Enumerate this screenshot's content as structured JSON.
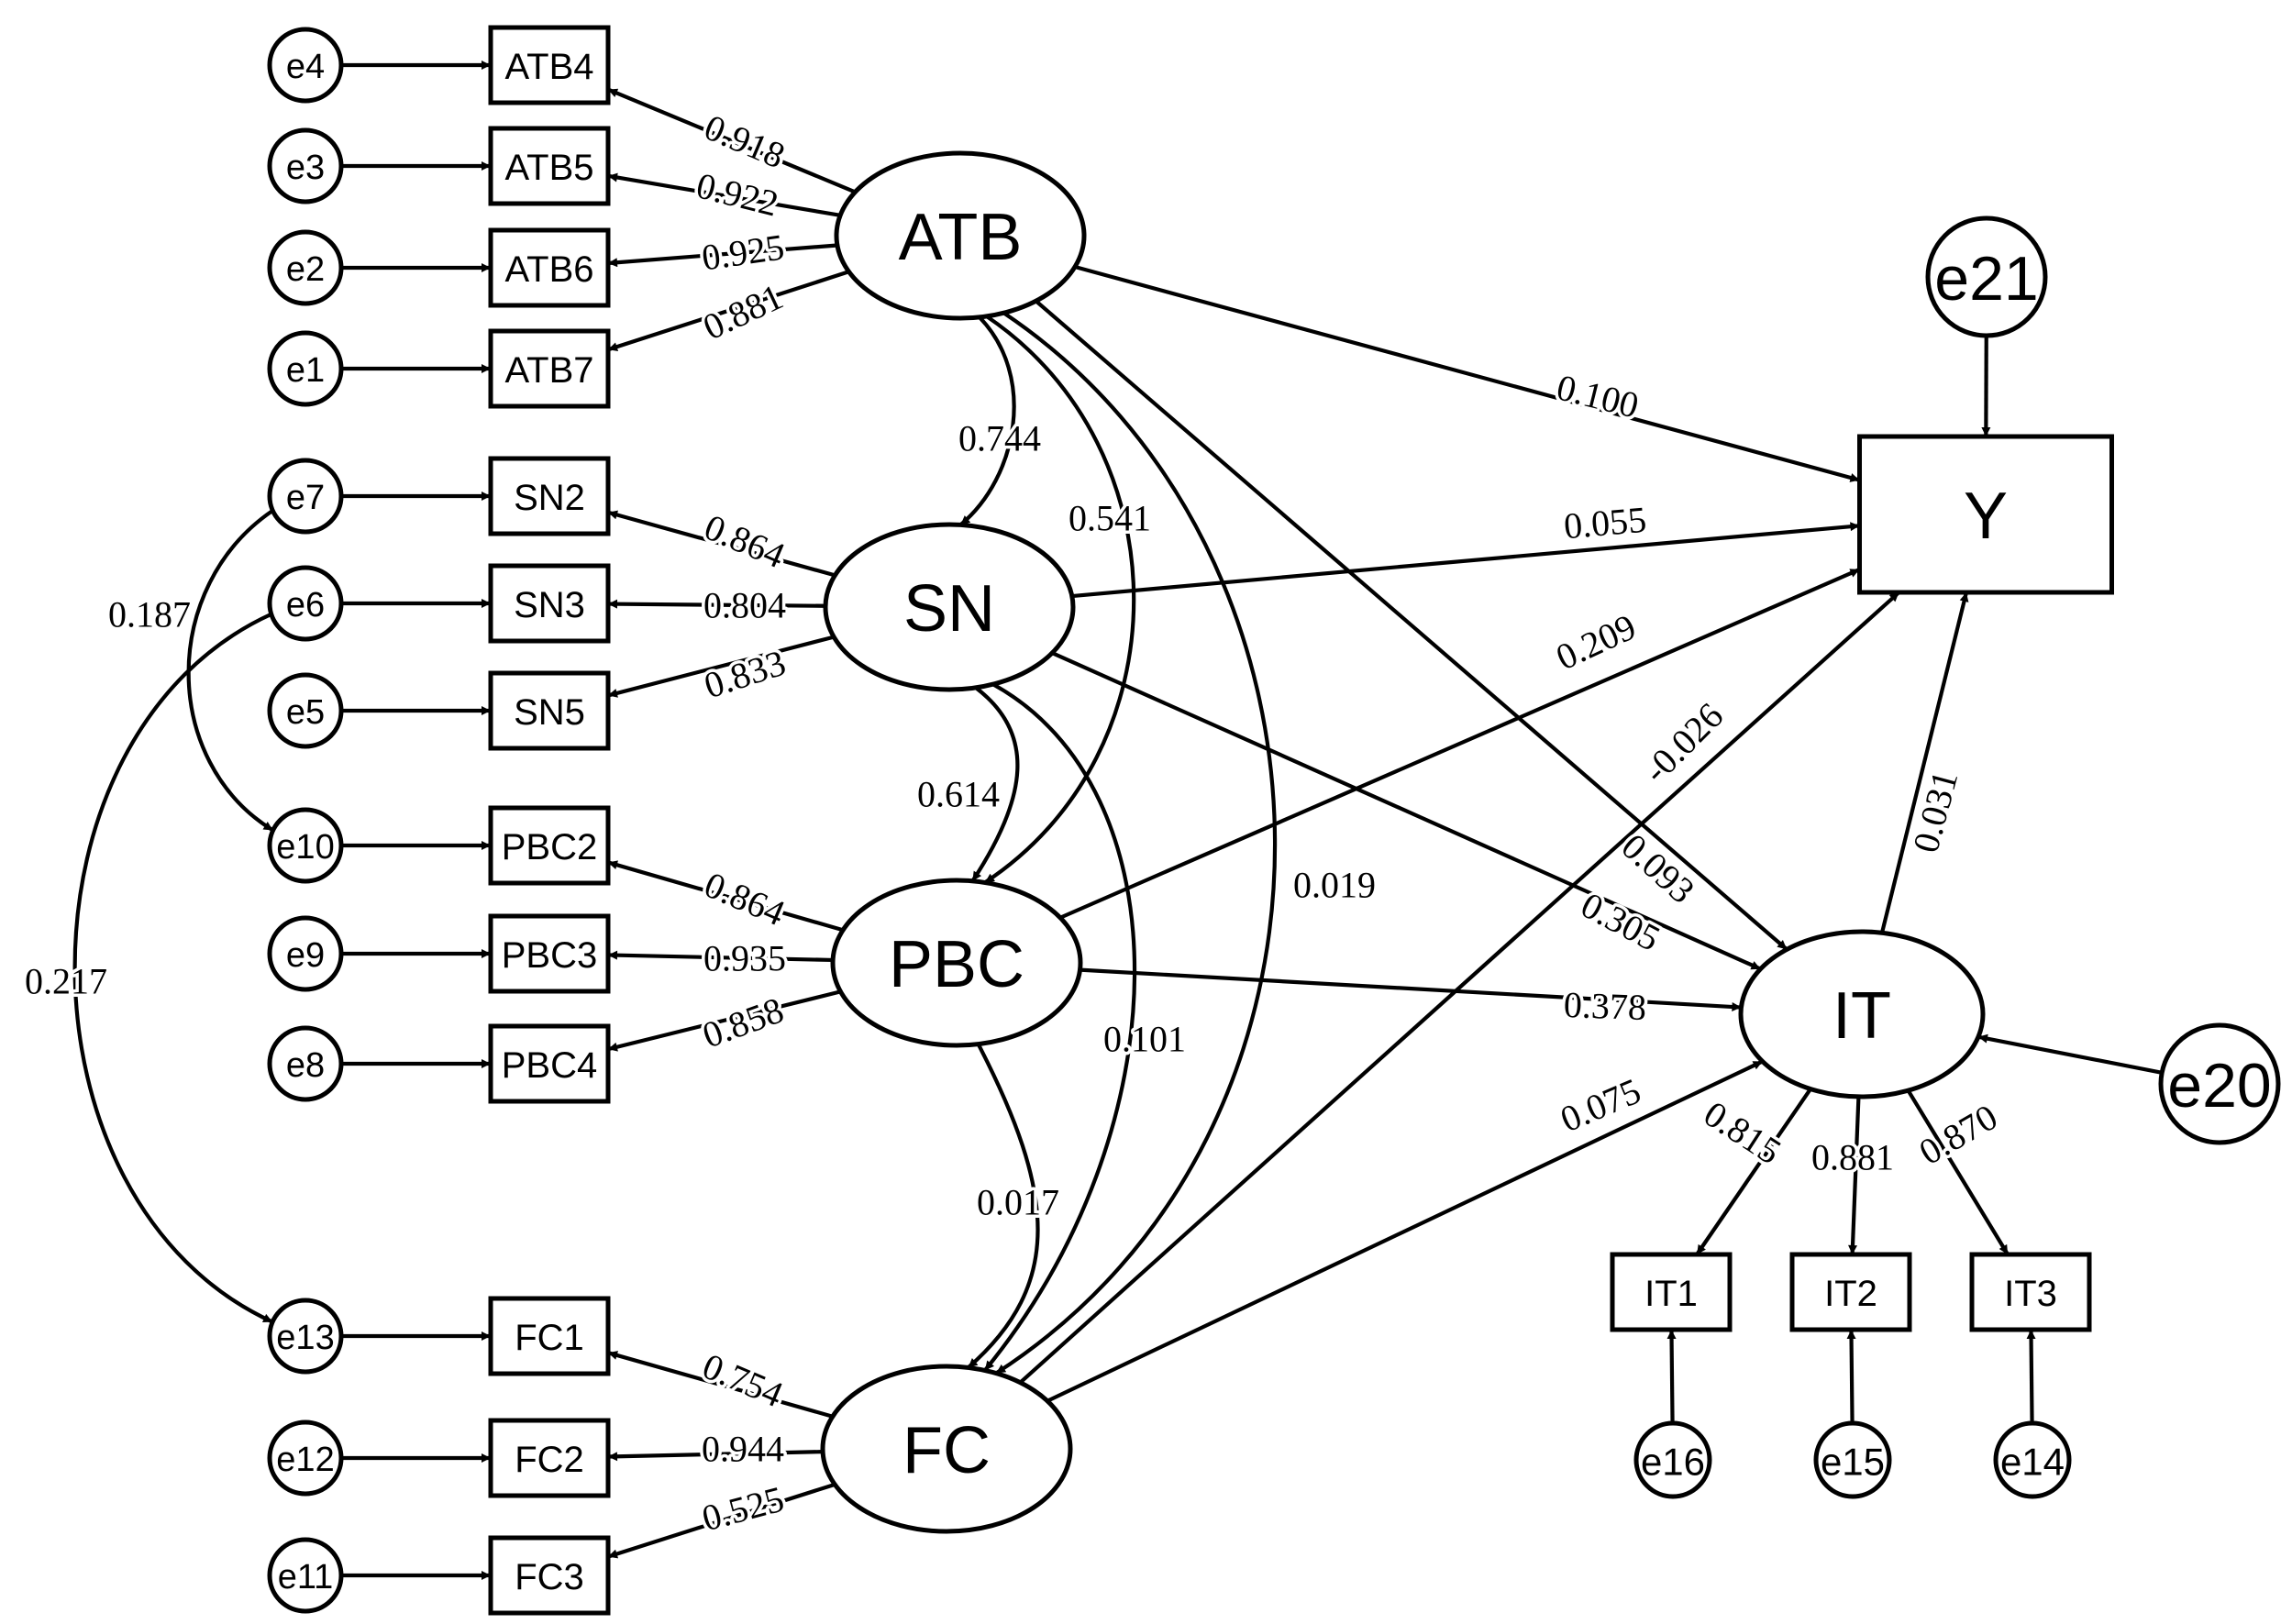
{
  "diagram": {
    "nodes": {
      "e1": "e1",
      "e2": "e2",
      "e3": "e3",
      "e4": "e4",
      "e5": "e5",
      "e6": "e6",
      "e7": "e7",
      "e8": "e8",
      "e9": "e9",
      "e10": "e10",
      "e11": "e11",
      "e12": "e12",
      "e13": "e13",
      "e14": "e14",
      "e15": "e15",
      "e16": "e16",
      "e20": "e20",
      "e21": "e21",
      "ATB4": "ATB4",
      "ATB5": "ATB5",
      "ATB6": "ATB6",
      "ATB7": "ATB7",
      "SN2": "SN2",
      "SN3": "SN3",
      "SN5": "SN5",
      "PBC2": "PBC2",
      "PBC3": "PBC3",
      "PBC4": "PBC4",
      "FC1": "FC1",
      "FC2": "FC2",
      "FC3": "FC3",
      "IT1": "IT1",
      "IT2": "IT2",
      "IT3": "IT3",
      "ATB": "ATB",
      "SN": "SN",
      "PBC": "PBC",
      "FC": "FC",
      "IT": "IT",
      "Y": "Y"
    },
    "loadings": {
      "ATB4": "0.918",
      "ATB5": "0.922",
      "ATB6": "0.925",
      "ATB7": "0.881",
      "SN2": "0.864",
      "SN3": "0.804",
      "SN5": "0.833",
      "PBC2": "0.864",
      "PBC3": "0.935",
      "PBC4": "0.858",
      "FC1": "0.754",
      "FC2": "0.944",
      "FC3": "0.525",
      "IT1": "0.815",
      "IT2": "0.881",
      "IT3": "0.870"
    },
    "paths": {
      "ATB_Y": "0.100",
      "SN_Y": "0.055",
      "PBC_Y": "0.209",
      "FC_Y": "-0.026",
      "IT_Y": "0.031",
      "ATB_IT": "0.093",
      "SN_IT": "0.305",
      "PBC_IT": "0.378",
      "FC_IT": "0.075"
    },
    "covariances": {
      "ATB_SN": "0.744",
      "ATB_PBC": "0.541",
      "ATB_FC": "0.019",
      "SN_PBC": "0.614",
      "SN_FC": "0.101",
      "PBC_FC": "0.017",
      "e7_e10": "0.187",
      "e6_e13": "0.217"
    }
  }
}
